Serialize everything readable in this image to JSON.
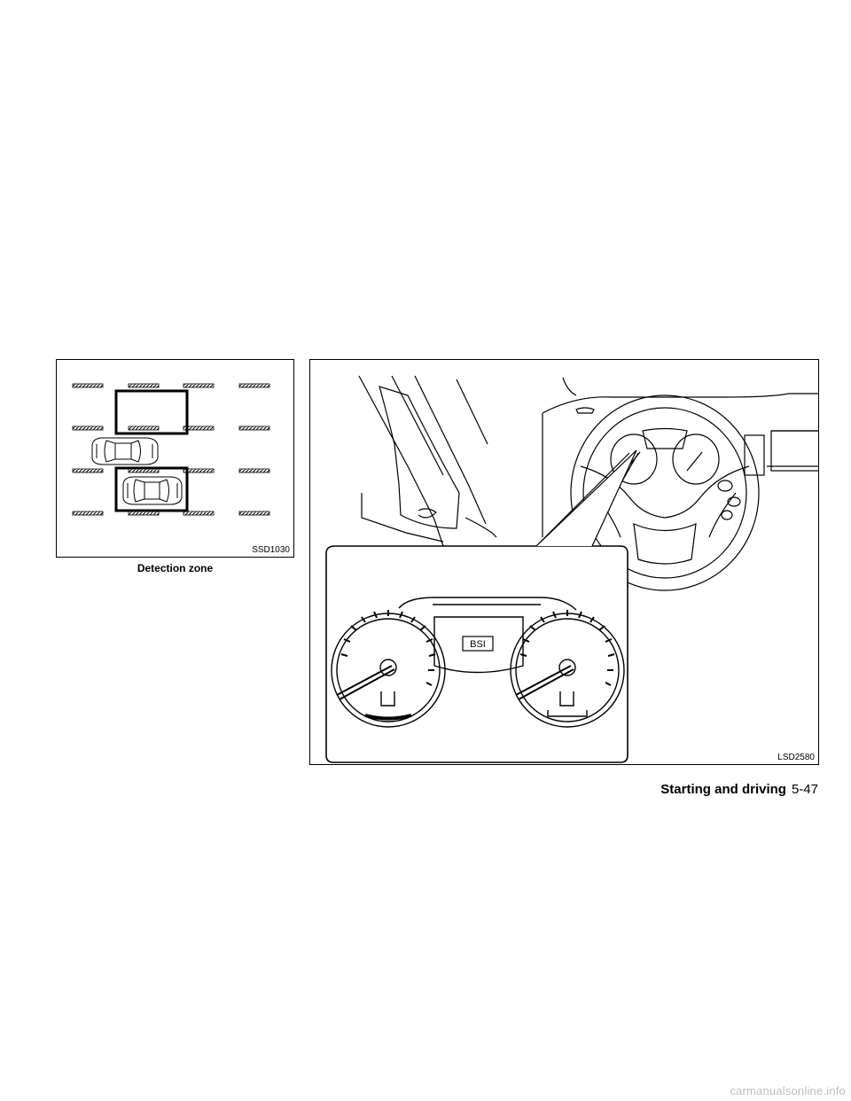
{
  "figures": {
    "detection_zone": {
      "code": "SSD1030",
      "caption": "Detection zone"
    },
    "meter": {
      "code": "LSD2580",
      "display_label": "BSI"
    }
  },
  "footer": {
    "section": "Starting and driving",
    "page": "5-47"
  },
  "watermark": "carmanualsonline.info"
}
